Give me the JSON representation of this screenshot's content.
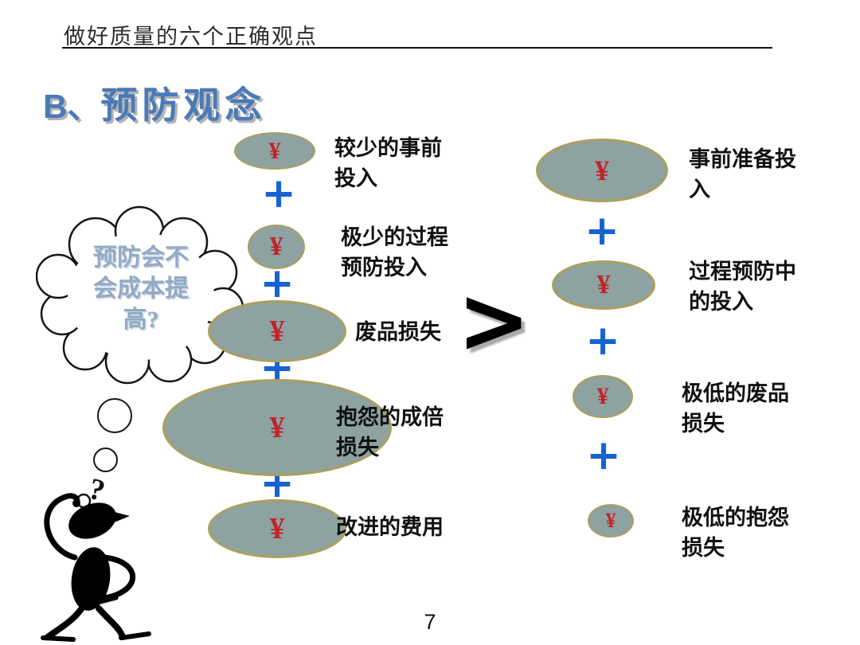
{
  "header": {
    "title": "做好质量的六个正确观点"
  },
  "heading": {
    "prefix": "B、",
    "text": "预防观念"
  },
  "thought": {
    "cloud_text": "预防会不会成本提高?",
    "question_mark": "?"
  },
  "comparison": {
    "operator": ">",
    "plus": "+",
    "currency": "¥",
    "left_items": [
      {
        "label": "较少的事前投入"
      },
      {
        "label": "极少的过程预防投入"
      },
      {
        "label": "废品损失"
      },
      {
        "label": "抱怨的成倍损失"
      },
      {
        "label": "改进的费用"
      }
    ],
    "right_items": [
      {
        "label": "事前准备投入"
      },
      {
        "label": "过程预防中的投入"
      },
      {
        "label": "极低的废品损失"
      },
      {
        "label": "极低的抱怨损失"
      }
    ]
  },
  "footer": {
    "page_number": "7"
  },
  "colors": {
    "ellipse_fill": "#8da2a1",
    "ellipse_border": "#ac9f5d",
    "yen_red": "#c2232a",
    "plus_blue": "#1763d2",
    "heading_blue": "#4a7ab8",
    "cloud_text_blue": "#93aac6"
  }
}
